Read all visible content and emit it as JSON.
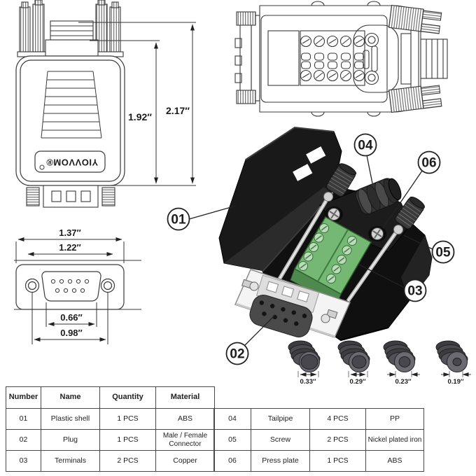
{
  "figure": {
    "brand": "YIOVVOM®",
    "rear_view": {
      "dim_inner": "1.92″",
      "dim_outer": "2.17″"
    },
    "front_view": {
      "w_outer": "1.37″",
      "w_inner": "1.22″",
      "w_holes": "0.66″",
      "w_screws": "0.98″"
    },
    "callouts": {
      "c01": "01",
      "c02": "02",
      "c03": "03",
      "c04": "04",
      "c05": "05",
      "c06": "06"
    },
    "tailpipe_sizes": {
      "s1": "0.33″",
      "s2": "0.29″",
      "s3": "0.23″",
      "s4": "0.19″"
    },
    "colors": {
      "shell_black": "#161616",
      "terminal_green": "#74b874",
      "flange_silver": "#f4f4f4",
      "cap_gray": "#4a4a4f",
      "line": "#3a3a3a"
    }
  },
  "table": {
    "headers": {
      "number": "Number",
      "name": "Name",
      "quantity": "Quantity",
      "material": "Material"
    },
    "left_rows": [
      {
        "number": "01",
        "name": "Plastic shell",
        "quantity": "1 PCS",
        "material": "ABS"
      },
      {
        "number": "02",
        "name": "Plug",
        "quantity": "1 PCS",
        "material": "Male / Female Connector"
      },
      {
        "number": "03",
        "name": "Terminals",
        "quantity": "2 PCS",
        "material": "Copper"
      }
    ],
    "right_rows": [
      {
        "number": "04",
        "name": "Tailpipe",
        "quantity": "4 PCS",
        "material": "PP"
      },
      {
        "number": "05",
        "name": "Screw",
        "quantity": "2 PCS",
        "material": "Nickel plated iron"
      },
      {
        "number": "06",
        "name": "Press plate",
        "quantity": "1 PCS",
        "material": "ABS"
      }
    ]
  }
}
